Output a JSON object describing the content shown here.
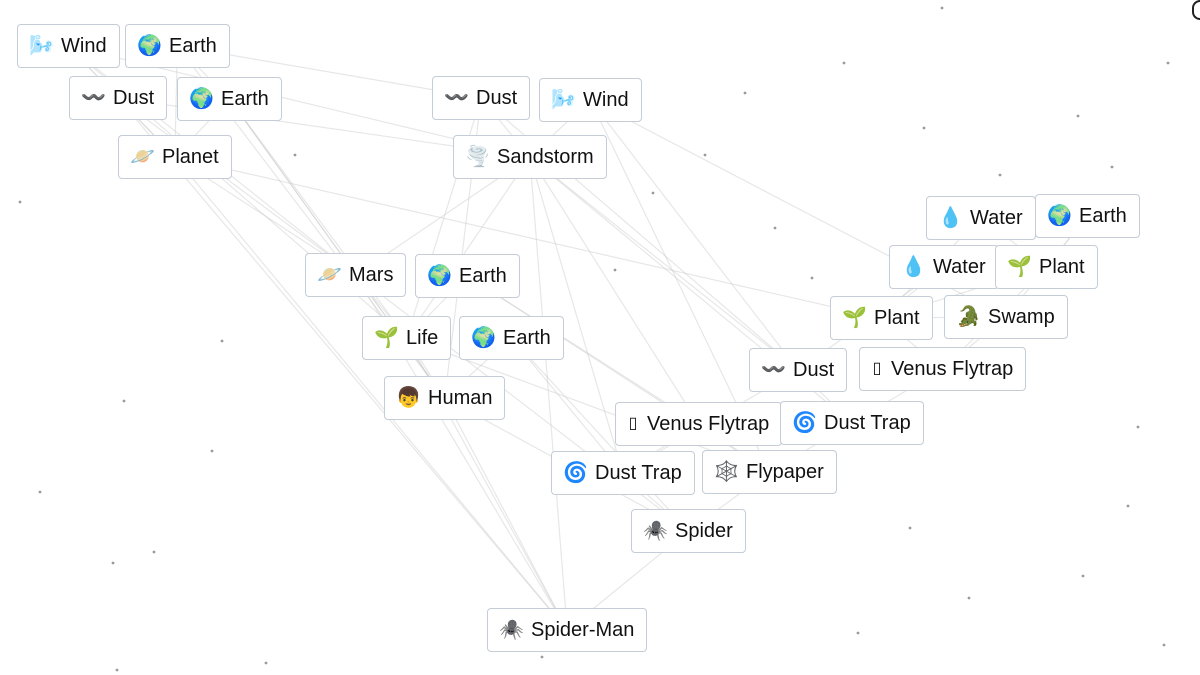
{
  "elements": [
    {
      "id": "n1",
      "label": "Wind",
      "icon": "🌬️",
      "icon_name": "wind-icon"
    },
    {
      "id": "n2",
      "label": "Earth",
      "icon": "🌍",
      "icon_name": "earth-icon"
    },
    {
      "id": "n3",
      "label": "Dust",
      "icon": "〰️",
      "icon_name": "dust-icon"
    },
    {
      "id": "n4",
      "label": "Earth",
      "icon": "🌍",
      "icon_name": "earth-icon"
    },
    {
      "id": "n5",
      "label": "Planet",
      "icon": "🪐",
      "icon_name": "planet-icon"
    },
    {
      "id": "n6",
      "label": "Dust",
      "icon": "〰️",
      "icon_name": "dust-icon"
    },
    {
      "id": "n7",
      "label": "Wind",
      "icon": "🌬️",
      "icon_name": "wind-icon"
    },
    {
      "id": "n8",
      "label": "Sandstorm",
      "icon": "🌪️",
      "icon_name": "sandstorm-icon"
    },
    {
      "id": "n9",
      "label": "Water",
      "icon": "💧",
      "icon_name": "water-icon"
    },
    {
      "id": "n10",
      "label": "Earth",
      "icon": "🌍",
      "icon_name": "earth-icon"
    },
    {
      "id": "n11",
      "label": "Water",
      "icon": "💧",
      "icon_name": "water-icon"
    },
    {
      "id": "n12",
      "label": "Plant",
      "icon": "🌱",
      "icon_name": "plant-icon"
    },
    {
      "id": "n13",
      "label": "Mars",
      "icon": "🪐",
      "icon_name": "mars-icon"
    },
    {
      "id": "n14",
      "label": "Earth",
      "icon": "🌍",
      "icon_name": "earth-icon"
    },
    {
      "id": "n15",
      "label": "Plant",
      "icon": "🌱",
      "icon_name": "plant-icon"
    },
    {
      "id": "n16",
      "label": "Swamp",
      "icon": "🐊",
      "icon_name": "swamp-icon"
    },
    {
      "id": "n17",
      "label": "Life",
      "icon": "🌱",
      "icon_name": "life-icon"
    },
    {
      "id": "n18",
      "label": "Earth",
      "icon": "🌍",
      "icon_name": "earth-icon"
    },
    {
      "id": "n19",
      "label": "Dust",
      "icon": "〰️",
      "icon_name": "dust-icon"
    },
    {
      "id": "n20",
      "label": "Venus Flytrap",
      "icon": "▯",
      "icon_name": "missing-glyph-icon"
    },
    {
      "id": "n21",
      "label": "Human",
      "icon": "👦",
      "icon_name": "human-icon"
    },
    {
      "id": "n22",
      "label": "Venus Flytrap",
      "icon": "▯",
      "icon_name": "missing-glyph-icon"
    },
    {
      "id": "n23",
      "label": "Dust Trap",
      "icon": "🌀",
      "icon_name": "dust-trap-icon"
    },
    {
      "id": "n24",
      "label": "Dust Trap",
      "icon": "🌀",
      "icon_name": "dust-trap-icon"
    },
    {
      "id": "n25",
      "label": "Flypaper",
      "icon": "🕸️",
      "icon_name": "flypaper-icon"
    },
    {
      "id": "n26",
      "label": "Spider",
      "icon": "🕷️",
      "icon_name": "spider-icon"
    },
    {
      "id": "n27",
      "label": "Spider-Man",
      "icon": "🕷️",
      "icon_name": "spider-man-icon"
    }
  ],
  "colors": {
    "background": "#ffffff",
    "tile_border": "#c4ccd6",
    "edge": "#c9c9c9",
    "star": "#9a9a9a"
  }
}
